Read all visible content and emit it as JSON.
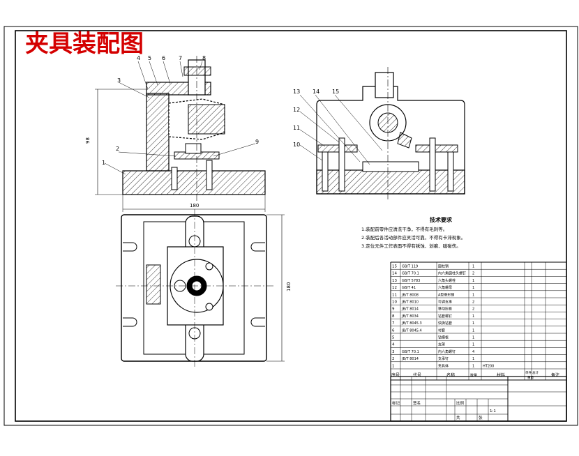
{
  "drawing_title": "夹具装配图",
  "balloons": [
    "1",
    "2",
    "3",
    "4",
    "5",
    "6",
    "7",
    "8",
    "9",
    "10",
    "11",
    "12",
    "13",
    "14",
    "15"
  ],
  "dimensions": {
    "front_height": "98",
    "front_width": "180",
    "plan_height": "180",
    "plan_width": "180"
  },
  "technical_requirements": {
    "heading": "技术要求",
    "lines": [
      "1.装配前零件应清洗干净，不得有毛刺等。",
      "2.装配后各活动部件应灵活可靠，不得有卡滞现象。",
      "3.定位元件工作表面不得有锈蚀、划痕、磕碰伤。"
    ]
  },
  "bom": {
    "header": {
      "seq": "序号",
      "code": "代号",
      "name": "名称",
      "qty": "数量",
      "material": "材料",
      "single": "单件",
      "total": "总计",
      "weight": "重量",
      "remark": "备注"
    },
    "rows": [
      {
        "no": "15",
        "code": "GB/T 119",
        "name": "圆柱销",
        "qty": "1",
        "material": "",
        "remark": ""
      },
      {
        "no": "14",
        "code": "GB/T 70.1",
        "name": "内六角圆柱头螺钉",
        "qty": "2",
        "material": "",
        "remark": ""
      },
      {
        "no": "13",
        "code": "GB/T 5783",
        "name": "六角头螺栓",
        "qty": "1",
        "material": "",
        "remark": ""
      },
      {
        "no": "12",
        "code": "GB/T 41",
        "name": "六角螺母",
        "qty": "1",
        "material": "",
        "remark": ""
      },
      {
        "no": "11",
        "code": "JB/T 8008",
        "name": "A型菱形销",
        "qty": "1",
        "material": "",
        "remark": ""
      },
      {
        "no": "10",
        "code": "JB/T 8010",
        "name": "可调支承",
        "qty": "2",
        "material": "",
        "remark": ""
      },
      {
        "no": "9",
        "code": "JB/T 8014",
        "name": "移动压板",
        "qty": "2",
        "material": "",
        "remark": ""
      },
      {
        "no": "8",
        "code": "JB/T 8034",
        "name": "钻套螺钉",
        "qty": "1",
        "material": "",
        "remark": ""
      },
      {
        "no": "7",
        "code": "JB/T 8045.3",
        "name": "快换钻套",
        "qty": "1",
        "material": "",
        "remark": ""
      },
      {
        "no": "6",
        "code": "JB/T 8045.4",
        "name": "衬套",
        "qty": "1",
        "material": "",
        "remark": ""
      },
      {
        "no": "5",
        "code": "",
        "name": "钻模板",
        "qty": "1",
        "material": "",
        "remark": ""
      },
      {
        "no": "4",
        "code": "",
        "name": "支架",
        "qty": "1",
        "material": "",
        "remark": ""
      },
      {
        "no": "3",
        "code": "GB/T 70.1",
        "name": "内六角螺钉",
        "qty": "4",
        "material": "",
        "remark": ""
      },
      {
        "no": "2",
        "code": "JB/T 8014",
        "name": "支承钉",
        "qty": "1",
        "material": "",
        "remark": ""
      },
      {
        "no": "1",
        "code": "",
        "name": "夹具体",
        "qty": "1",
        "material": "HT200",
        "remark": ""
      }
    ]
  },
  "title_block": {
    "scale_label": "比例",
    "scale_value": "1:1",
    "sheet_label": "共",
    "sheet_of": "张",
    "mark_label": "标记",
    "sign_label": "签名"
  },
  "colors": {
    "title": "#d40000",
    "line": "#000000",
    "hatch": "#000000"
  }
}
